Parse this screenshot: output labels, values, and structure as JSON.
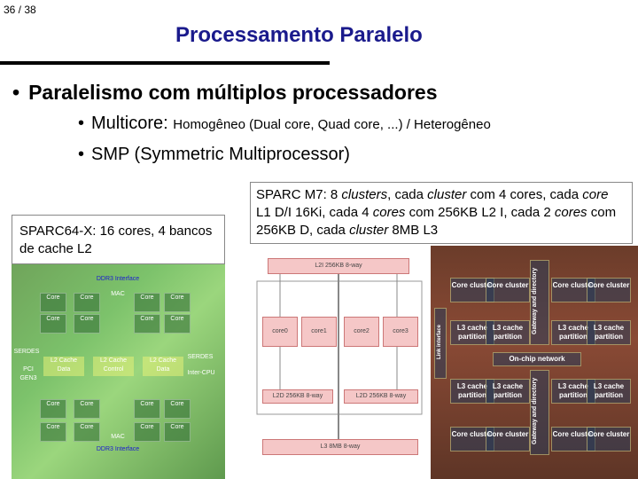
{
  "slide": {
    "page_number": "36 / 38",
    "title": "Processamento Paralelo",
    "bullets": {
      "b1": "Paralelismo com múltiplos processadores",
      "b2_main": "Multicore: ",
      "b2_small": "Homogêneo (Dual core, Quad core, ...) / Heterogêneo",
      "b3": "SMP (Symmetric Multiprocessor)"
    }
  },
  "left_figure": {
    "caption": "SPARC64-X: 16 cores, 4 bancos de cache L2",
    "labels": {
      "ddr_top": "DDR3 Interface",
      "ddr_bottom": "DDR3 Interface",
      "mac_top": "MAC",
      "mac_bottom": "MAC",
      "core": "Core",
      "serdes_l": "SERDES",
      "serdes_r": "SERDES",
      "pci": "PCI GEN3",
      "l2_data_l": "L2 Cache Data",
      "l2_ctrl": "L2 Cache Control",
      "l2_data_r": "L2 Cache Data",
      "inter_cpu": "Inter-CPU"
    }
  },
  "right_figure": {
    "caption_parts": [
      {
        "text": "SPARC M7: 8 ",
        "italic": false
      },
      {
        "text": "clusters",
        "italic": true
      },
      {
        "text": ", cada ",
        "italic": false
      },
      {
        "text": "cluster",
        "italic": true
      },
      {
        "text": " com 4 cores, cada ",
        "italic": false
      },
      {
        "text": "core",
        "italic": true
      },
      {
        "text": " L1 D/I 16Ki, cada 4 ",
        "italic": false
      },
      {
        "text": "cores",
        "italic": true
      },
      {
        "text": " com 256KB L2 I, cada 2 ",
        "italic": false
      },
      {
        "text": "cores",
        "italic": true
      },
      {
        "text": " com 256KB D, cada ",
        "italic": false
      },
      {
        "text": "cluster",
        "italic": true
      },
      {
        "text": " 8MB L3",
        "italic": false
      }
    ],
    "diagram": {
      "l2i": "L2I 256KB 8-way",
      "cores": [
        "core0",
        "core1",
        "core2",
        "core3"
      ],
      "l2d_a": "L2D 256KB 8-way",
      "l2d_b": "L2D 256KB 8-way",
      "l3": "L3 8MB 8-way"
    },
    "die_labels": {
      "core_cluster": "Core cluster",
      "l3_partition": "L3 cache partition",
      "on_chip": "On-chip network",
      "gateway": "Gateway and directory",
      "link": "Link interface"
    }
  }
}
